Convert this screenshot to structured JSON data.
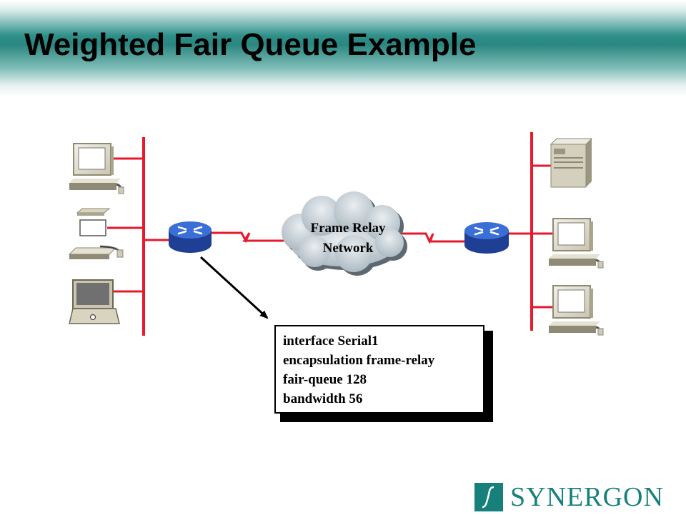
{
  "slide": {
    "title": "Weighted Fair Queue Example"
  },
  "network": {
    "cloud_line1": "Frame Relay",
    "cloud_line2": "Network"
  },
  "config": {
    "lines": [
      "interface Serial1",
      "encapsulation frame-relay",
      "fair-queue 128",
      "bandwidth 56"
    ]
  },
  "logo": {
    "text": "SYNERGON"
  },
  "colors": {
    "header_teal": "#2a8680",
    "link_red": "#e8192c",
    "router_blue": "#3a6fd8",
    "logo_teal": "#17807b",
    "cloud_gray": "#b8c4cc"
  },
  "icons": {
    "left_hosts": [
      "desktop-computer-icon",
      "printer-icon",
      "laptop-icon"
    ],
    "right_hosts": [
      "server-icon",
      "desktop-computer-icon",
      "desktop-computer-icon"
    ],
    "routers": [
      "router-icon",
      "router-icon"
    ]
  }
}
